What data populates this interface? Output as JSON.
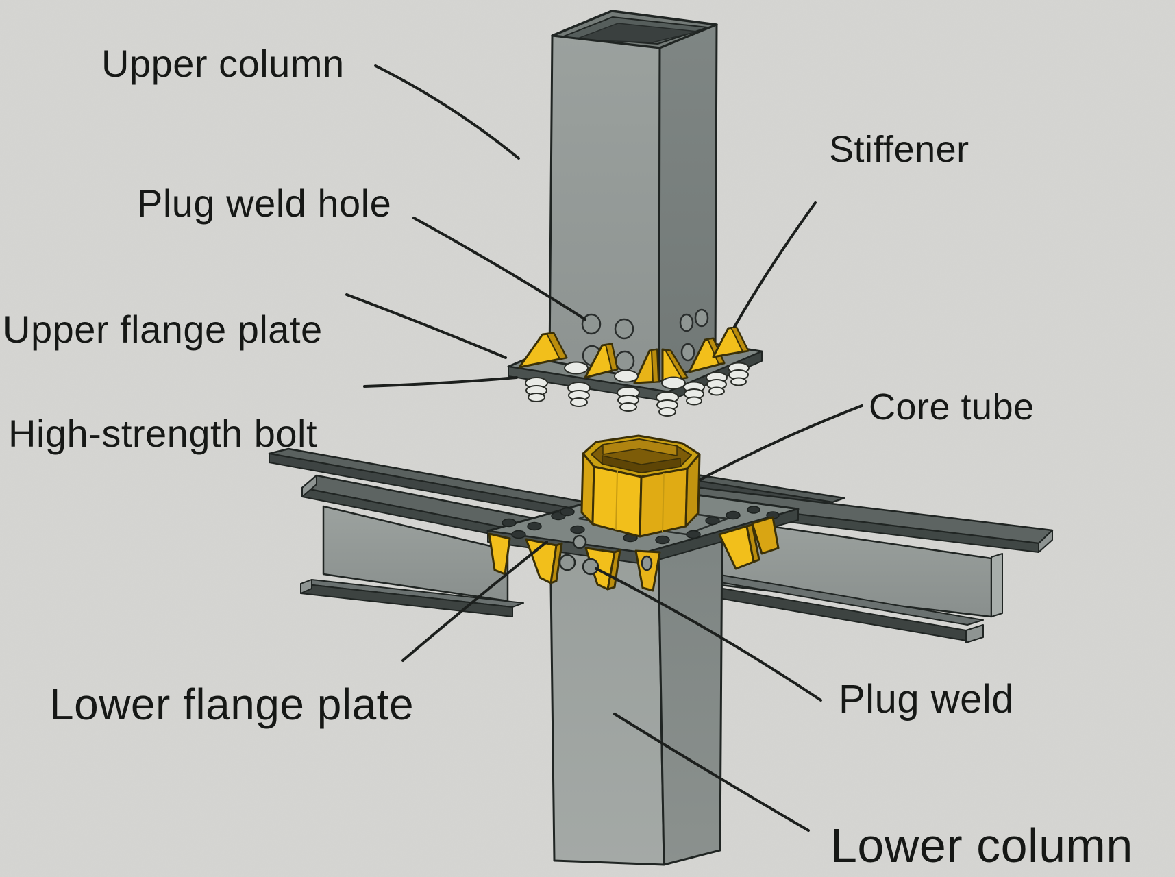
{
  "labels": {
    "upper_column": "Upper column",
    "plug_weld_hole": "Plug weld hole",
    "upper_flange_plate": "Upper flange plate",
    "high_strength_bolt": "High-strength bolt",
    "stiffener": "Stiffener",
    "core_tube": "Core tube",
    "lower_flange_plate": "Lower flange plate",
    "plug_weld": "Plug weld",
    "lower_column": "Lower column"
  },
  "palette": {
    "background": "#d6d6d3",
    "steel_light": "#9aa09d",
    "steel_dark": "#7d8482",
    "plate_gray": "#7e8683",
    "plate_edge_dark": "#4a514f",
    "beam_flange_top": "#5d6462",
    "accent_yellow": "#f2bf1b",
    "accent_yellow_dark": "#bb8d0d",
    "bolt_white": "#e9ebe7",
    "hole_gray": "#8f9693",
    "outline": "#202523",
    "leader_line": "#1c1f1d",
    "label_text": "#161816"
  }
}
